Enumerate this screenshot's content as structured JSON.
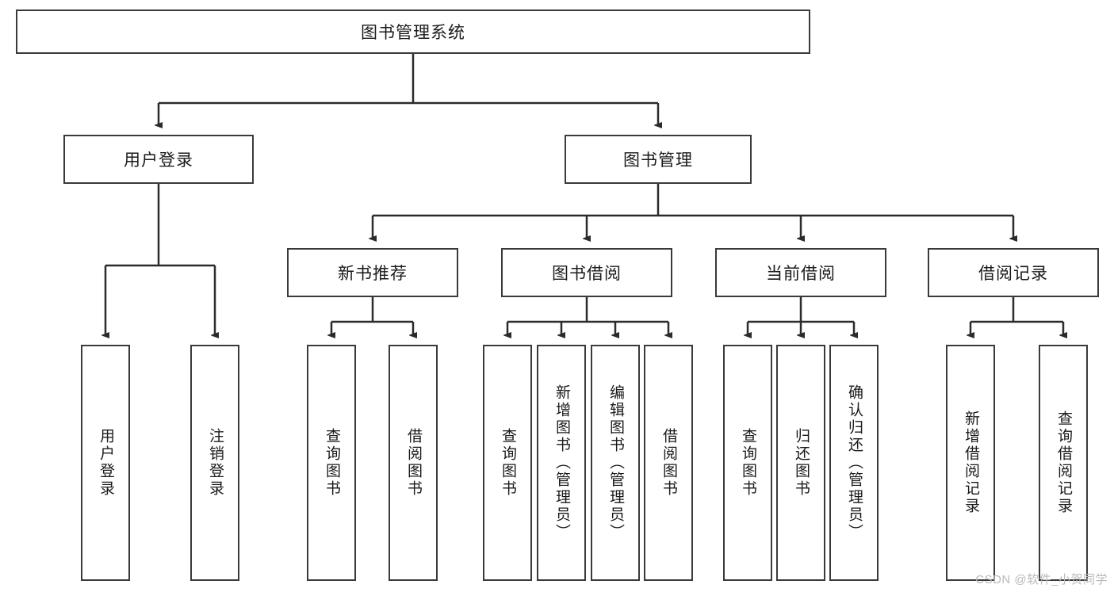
{
  "diagram": {
    "title": "图书管理系统",
    "watermark": "CSDN @软件_小贺同学",
    "colors": {
      "box_border": "#3a3a3a",
      "box_fill": "#ffffff",
      "edge": "#2b2b2b",
      "text": "#1a1a1a",
      "watermark": "#b9b9b9"
    },
    "root": {
      "label": "图书管理系统"
    },
    "level2": [
      {
        "label": "用户登录"
      },
      {
        "label": "图书管理"
      }
    ],
    "level3": [
      {
        "label": "新书推荐"
      },
      {
        "label": "图书借阅"
      },
      {
        "label": "当前借阅"
      },
      {
        "label": "借阅记录"
      }
    ],
    "leaves": {
      "user_login": [
        {
          "label": "用户登录"
        },
        {
          "label": "注销登录"
        }
      ],
      "new_book": [
        {
          "label": "查询图书"
        },
        {
          "label": "借阅图书"
        }
      ],
      "book_borrow": [
        {
          "label": "查询图书"
        },
        {
          "label": "新增图书（管理员）"
        },
        {
          "label": "编辑图书（管理员）"
        },
        {
          "label": "借阅图书"
        }
      ],
      "current_borrow": [
        {
          "label": "查询图书"
        },
        {
          "label": "归还图书"
        },
        {
          "label": "确认归还（管理员）"
        }
      ],
      "borrow_record": [
        {
          "label": "新增借阅记录"
        },
        {
          "label": "查询借阅记录"
        }
      ]
    }
  }
}
